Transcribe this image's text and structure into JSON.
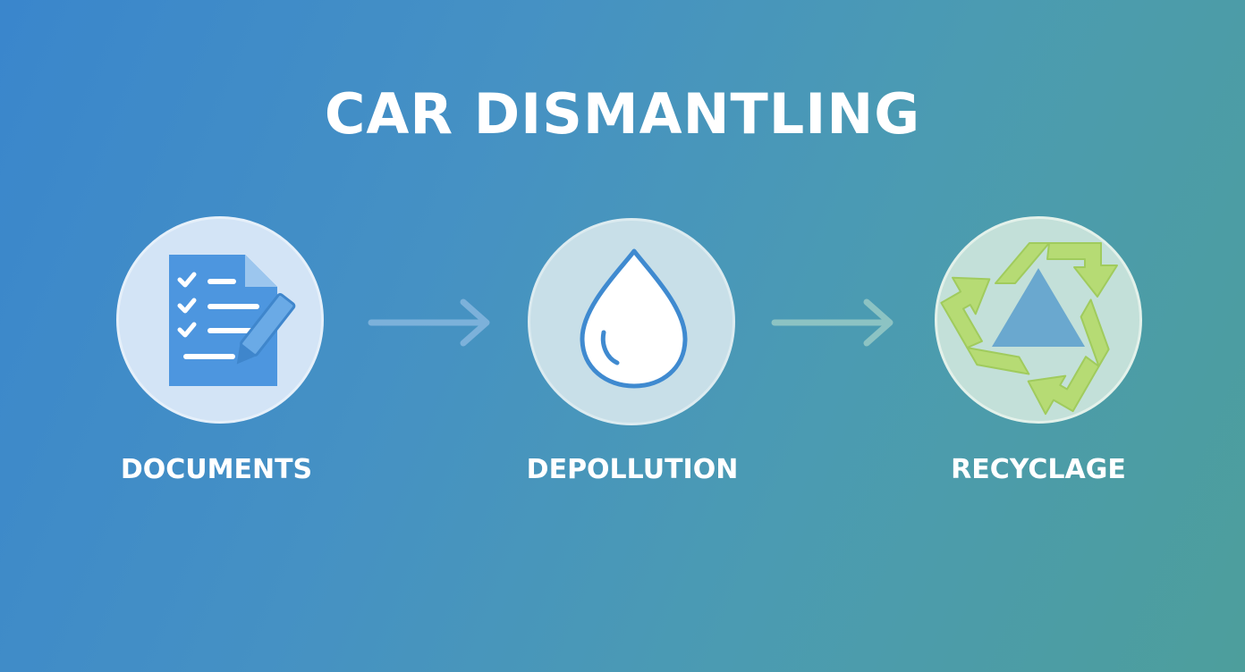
{
  "title": "CAR DISMANTLING",
  "steps": [
    {
      "label": "DOCUMENTS",
      "icon": "checklist-document-icon"
    },
    {
      "label": "DEPOLLUTION",
      "icon": "water-drop-icon"
    },
    {
      "label": "RECYCLAGE",
      "icon": "recycle-icon"
    }
  ],
  "colors": {
    "gradient_start": "#3a86cc",
    "gradient_end": "#4d9e9c",
    "document_blue": "#4d96df",
    "drop_outline": "#3f8ad0",
    "recycle_green": "#b6db74",
    "recycle_center": "#6aa8cf"
  }
}
